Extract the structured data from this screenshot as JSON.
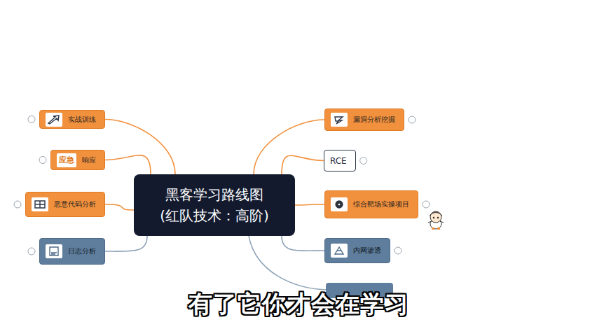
{
  "diagram": {
    "caption": "有了它你才会在学习",
    "nodes": [
      {
        "text": [
          "黑客学习路线图 (红队技术：高阶)"
        ]
      },
      {
        "text": [
          "实战训练"
        ]
      },
      {
        "text": [
          "应急",
          "响应"
        ]
      },
      {
        "text": [
          "恶意代码分析"
        ]
      },
      {
        "text": [
          "日志分析"
        ]
      },
      {
        "text": [
          "漏洞分析挖掘"
        ]
      },
      {
        "text": [
          "RCE"
        ]
      },
      {
        "text": [
          "综合靶场实操项目"
        ]
      },
      {
        "text": [
          "内网渗透"
        ]
      }
    ],
    "edges": [
      {
        "from": 0,
        "to": 1,
        "arrow": "none"
      },
      {
        "from": 0,
        "to": 2,
        "arrow": "none"
      },
      {
        "from": 0,
        "to": 3,
        "arrow": "none"
      },
      {
        "from": 0,
        "to": 4,
        "arrow": "none"
      },
      {
        "from": 0,
        "to": 5,
        "arrow": "none"
      },
      {
        "from": 0,
        "to": 6,
        "arrow": "none"
      },
      {
        "from": 0,
        "to": 7,
        "arrow": "none"
      },
      {
        "from": 0,
        "to": 8,
        "arrow": "none"
      }
    ]
  }
}
